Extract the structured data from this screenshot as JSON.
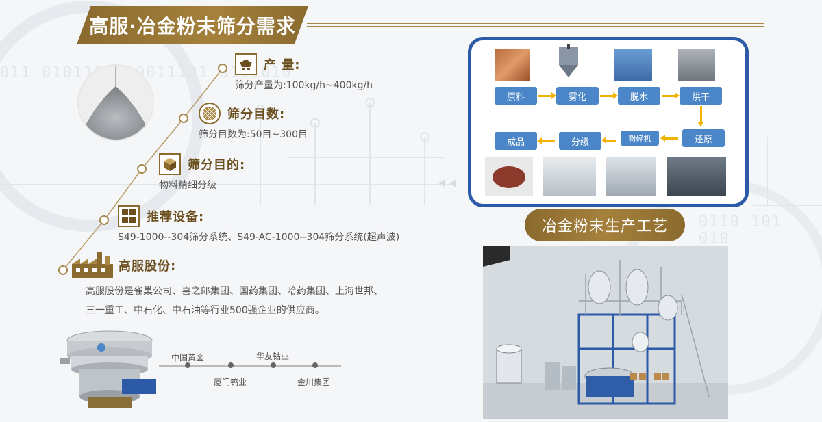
{
  "title": "高服·冶金粉末筛分需求",
  "items": [
    {
      "label": "产 量:",
      "desc": "筛分产量为:100kg/h~400kg/h"
    },
    {
      "label": "筛分目数:",
      "desc": "筛分目数为:50目~300目"
    },
    {
      "label": "筛分目的:",
      "desc": "物料精细分级"
    },
    {
      "label": "推荐设备:",
      "desc": "S49-1000--304筛分系统、S49-AC-1000--304筛分系统(超声波)"
    },
    {
      "label": "高服股份:",
      "desc": "高服股份是雀巢公司、喜之郎集团、国药集团、哈药集团、上海世邦、三一重工、中石化、中石油等行业500强企业的供应商。"
    }
  ],
  "timeline": {
    "top": [
      "中国黄金",
      "华友钴业"
    ],
    "bottom": [
      "厦门钨业",
      "金川集团"
    ]
  },
  "process": {
    "steps": [
      "原料",
      "雾化",
      "脱水",
      "烘干",
      "还原",
      "粉碎机",
      "分级",
      "成品"
    ],
    "caption": "冶金粉末生产工艺"
  },
  "background_binary": [
    "011 0101101 10011101 0101010",
    "0110 101 010"
  ],
  "colors": {
    "gold": "#8a6a2e",
    "blue": "#2c5aa6",
    "step": "#4a86c8",
    "arrow": "#f0b400"
  }
}
